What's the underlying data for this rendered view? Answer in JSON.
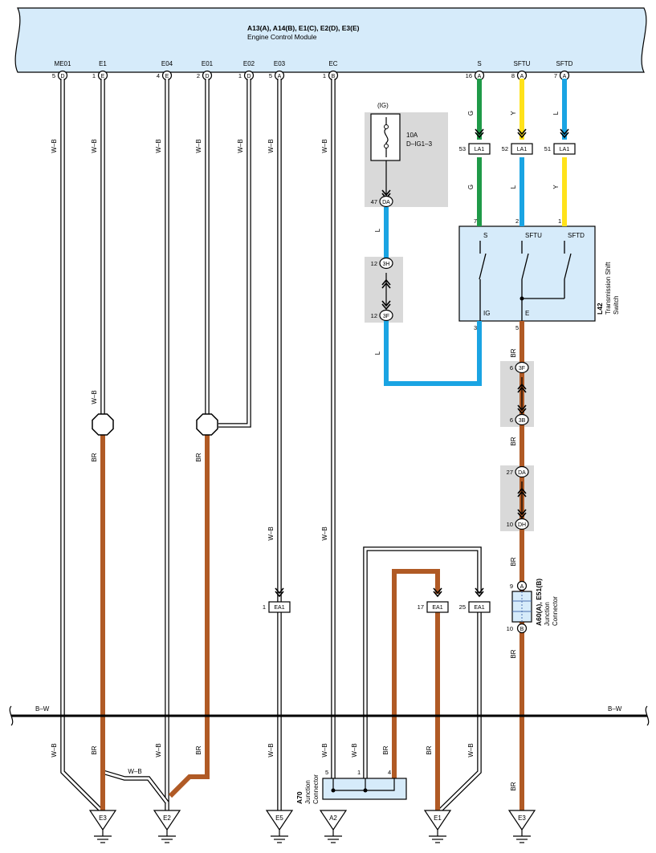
{
  "ecm": {
    "ids": "A13(A), A14(B), E1(C), E2(D), E3(E)",
    "name": "Engine Control Module",
    "pins": [
      {
        "label": "ME01",
        "num": "5",
        "conn": "D"
      },
      {
        "label": "E1",
        "num": "1",
        "conn": "E"
      },
      {
        "label": "E04",
        "num": "4",
        "conn": "E"
      },
      {
        "label": "E01",
        "num": "2",
        "conn": "D"
      },
      {
        "label": "E02",
        "num": "1",
        "conn": "D"
      },
      {
        "label": "E03",
        "num": "5",
        "conn": "A"
      },
      {
        "label": "EC",
        "num": "1",
        "conn": "B"
      },
      {
        "label": "S",
        "num": "16",
        "conn": "A"
      },
      {
        "label": "SFTU",
        "num": "8",
        "conn": "A"
      },
      {
        "label": "SFTD",
        "num": "7",
        "conn": "A"
      }
    ]
  },
  "fuse": {
    "supply": "(IG)",
    "rating": "10A",
    "name": "D–IG1–3",
    "out_pin": "47",
    "out_conn": "DA"
  },
  "junction_3h_3f": {
    "top_pin": "12",
    "top_conn": "3H",
    "bottom_pin": "12",
    "bottom_conn": "3F"
  },
  "la1": [
    {
      "pin": "53",
      "label": "LA1"
    },
    {
      "pin": "52",
      "label": "LA1"
    },
    {
      "pin": "51",
      "label": "LA1"
    }
  ],
  "switch": {
    "id": "L42",
    "name_line1": "Transmission Shift",
    "name_line2": "Switch",
    "terminals": {
      "s": "S",
      "sftu": "SFTU",
      "sftd": "SFTD",
      "ig": "IG",
      "e": "E"
    },
    "pins": {
      "s": "7",
      "sftu": "2",
      "sftd": "1",
      "ig": "3",
      "e": "5"
    }
  },
  "br_chain": {
    "c1_top_pin": "6",
    "c1_top": "3F",
    "c1_bot_pin": "6",
    "c1_bot": "3B",
    "c2_top_pin": "27",
    "c2_top": "DA",
    "c2_bot_pin": "10",
    "c2_bot": "DH"
  },
  "a60": {
    "id": "A60(A), E51(B)",
    "line1": "Junction",
    "line2": "Connector",
    "top_pin": "9",
    "top_conn": "A",
    "bot_pin": "10",
    "bot_conn": "B"
  },
  "ea1": [
    {
      "pin": "1",
      "label": "EA1"
    },
    {
      "pin": "17",
      "label": "EA1"
    },
    {
      "pin": "25",
      "label": "EA1"
    }
  ],
  "a70": {
    "id": "A70",
    "line1": "Junction",
    "line2": "Connector",
    "pin5": "5",
    "pin1": "1",
    "pin4": "4"
  },
  "bus_label": "B–W",
  "wire_labels": {
    "wb": "W–B",
    "br": "BR",
    "g": "G",
    "y": "Y",
    "l": "L"
  },
  "grounds": [
    "E3",
    "E2",
    "E5",
    "A2",
    "E1",
    "E3"
  ],
  "colors": {
    "panel": "#d6ebfa",
    "green": "#1f9a48",
    "yellow": "#ffe21a",
    "blue": "#1aa4e3",
    "brown": "#b05a25",
    "gray": "#d9d9d9"
  }
}
